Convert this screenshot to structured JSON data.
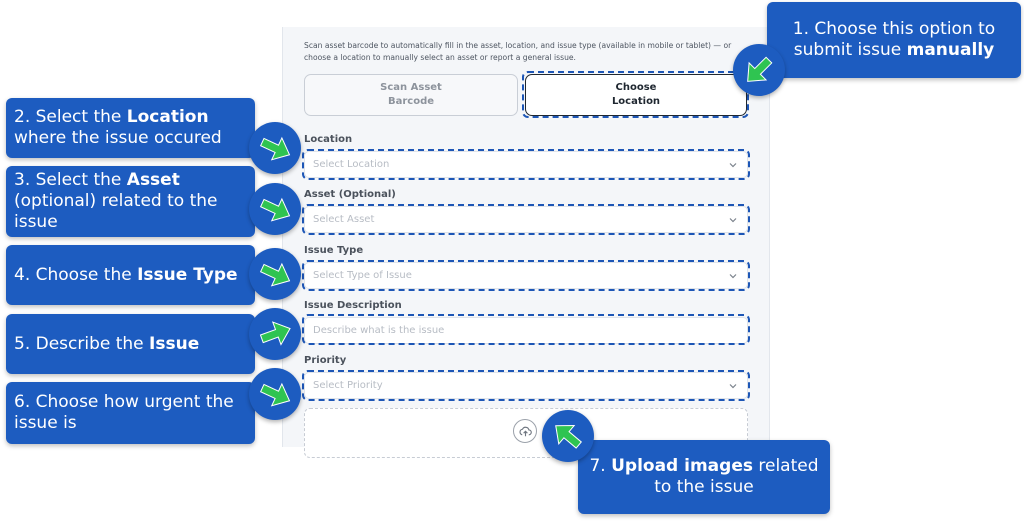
{
  "form": {
    "intro": "Scan asset barcode to automatically fill in the asset, location, and issue type (available in mobile or tablet) — or choose a location to manually select an asset or report a general issue.",
    "scan_button": {
      "line1": "Scan Asset",
      "line2": "Barcode"
    },
    "choose_button": {
      "line1": "Choose",
      "line2": "Location"
    },
    "fields": [
      {
        "label": "Location",
        "placeholder": "Select Location",
        "type": "select"
      },
      {
        "label": "Asset (Optional)",
        "placeholder": "Select Asset",
        "type": "select"
      },
      {
        "label": "Issue Type",
        "placeholder": "Select Type of Issue",
        "type": "select"
      },
      {
        "label": "Issue Description",
        "placeholder": "Describe what is the issue",
        "type": "text"
      },
      {
        "label": "Priority",
        "placeholder": "Select Priority",
        "type": "select"
      }
    ]
  },
  "callouts": {
    "c1": {
      "pre": "1. Choose this option to submit issue ",
      "bold": "manually",
      "post": ""
    },
    "c2": {
      "pre": "2. Select the ",
      "bold": "Location",
      "post": " where the issue occured"
    },
    "c3": {
      "pre": "3. Select the ",
      "bold": "Asset",
      "post": " (optional) related to the issue"
    },
    "c4": {
      "pre": "4. Choose the ",
      "bold": "Issue Type",
      "post": ""
    },
    "c5": {
      "pre": "5. Describe the ",
      "bold": "Issue",
      "post": ""
    },
    "c6": {
      "pre": "6. Choose how urgent the issue is",
      "bold": "",
      "post": ""
    },
    "c7": {
      "pre": "7. ",
      "bold": "Upload images",
      "post": " related to the issue"
    }
  },
  "icons": {
    "chevron": "chevron-down-icon",
    "upload": "cloud-upload-icon",
    "pointer": "green-arrow-icon"
  },
  "colors": {
    "callout_bg": "#1d5cc0",
    "arrow_green": "#2fc451",
    "dash_blue": "#1d56b6",
    "panel_bg": "#f4f6f9"
  }
}
